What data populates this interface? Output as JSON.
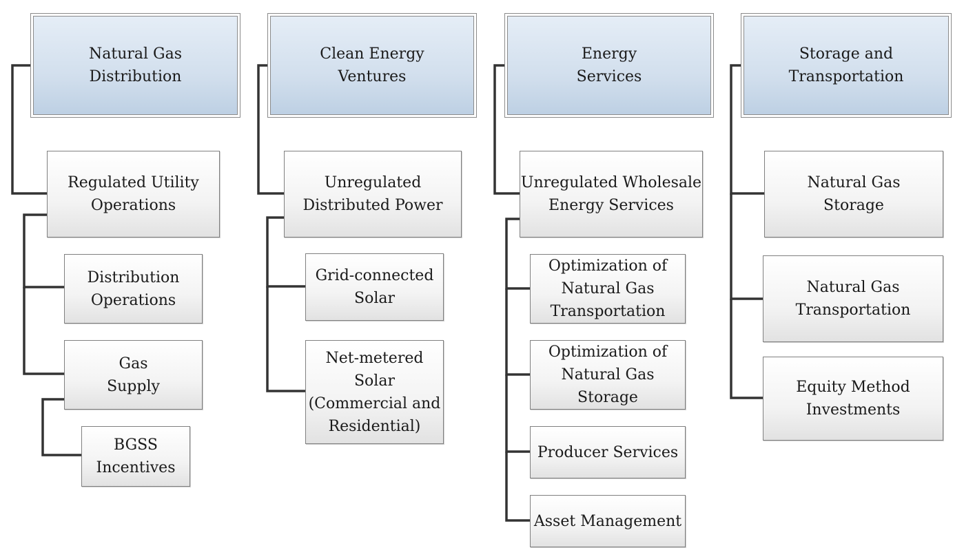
{
  "columns": [
    {
      "header": "Natural Gas\nDistribution",
      "items": [
        "Regulated Utility\nOperations",
        "Distribution\nOperations",
        "Gas\nSupply",
        "BGSS\nIncentives"
      ]
    },
    {
      "header": "Clean Energy\nVentures",
      "items": [
        "Unregulated\nDistributed Power",
        "Grid-connected\nSolar",
        "Net-metered\nSolar\n(Commercial and\nResidential)"
      ]
    },
    {
      "header": "Energy\nServices",
      "items": [
        "Unregulated Wholesale\nEnergy Services",
        "Optimization of\nNatural Gas\nTransportation",
        "Optimization of\nNatural Gas\nStorage",
        "Producer Services",
        "Asset Management"
      ]
    },
    {
      "header": "Storage and\nTransportation",
      "items": [
        "Natural Gas\nStorage",
        "Natural Gas\nTransportation",
        "Equity Method\nInvestments"
      ]
    }
  ],
  "colors": {
    "connector": "#333333",
    "header_fill": "#d2dfed",
    "box_fill": "#f3f3f3"
  }
}
